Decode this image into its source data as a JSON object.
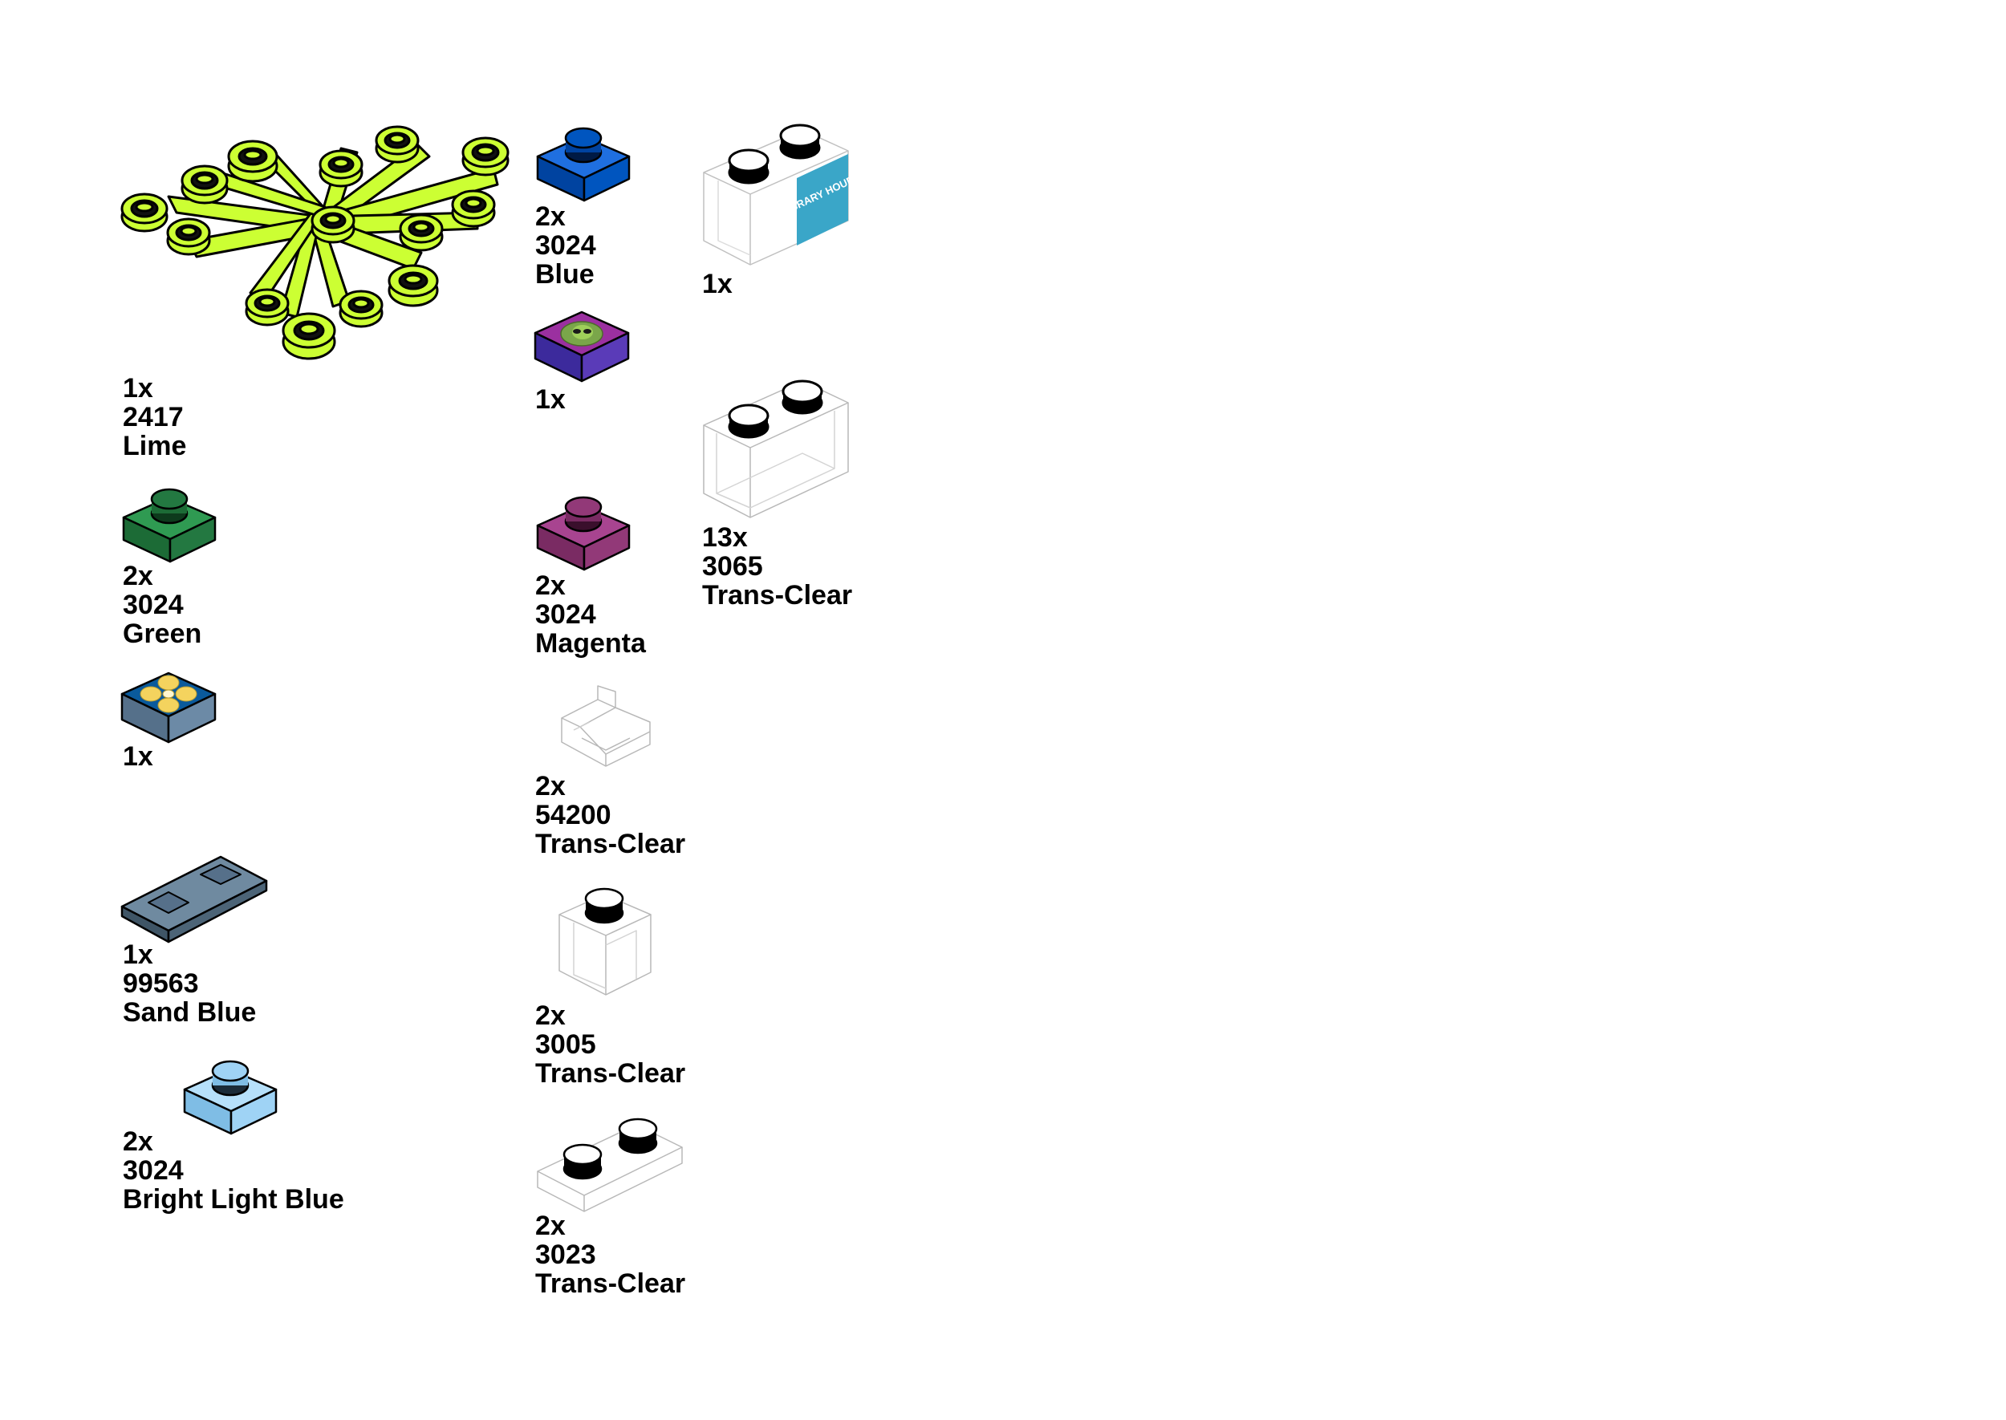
{
  "parts": [
    {
      "id": "lime-plant",
      "qty": "1x",
      "number": "2417",
      "color": "Lime",
      "hex": "#ccff33",
      "icon": "plant-leaves-icon"
    },
    {
      "id": "green-plate",
      "qty": "2x",
      "number": "3024",
      "color": "Green",
      "hex": "#237841",
      "icon": "plate-1x1-icon"
    },
    {
      "id": "flower-tile",
      "qty": "1x",
      "hex": "#0a5a9c",
      "icon": "flower-tile-icon"
    },
    {
      "id": "sandblue-tile",
      "qty": "1x",
      "number": "99563",
      "color": "Sand Blue",
      "hex": "#5a7184",
      "icon": "ingot-tile-icon"
    },
    {
      "id": "lightblue-plate",
      "qty": "2x",
      "number": "3024",
      "color": "Bright Light Blue",
      "hex": "#9fd3f5",
      "icon": "plate-1x1-icon"
    },
    {
      "id": "blue-plate",
      "qty": "2x",
      "number": "3024",
      "color": "Blue",
      "hex": "#0055bf",
      "icon": "plate-1x1-icon"
    },
    {
      "id": "alien-tile",
      "qty": "1x",
      "hex": "#8e2e94",
      "icon": "alien-head-tile-icon"
    },
    {
      "id": "magenta-plate",
      "qty": "2x",
      "number": "3024",
      "color": "Magenta",
      "hex": "#923978",
      "icon": "plate-1x1-icon"
    },
    {
      "id": "slope-clear",
      "qty": "2x",
      "number": "54200",
      "color": "Trans-Clear",
      "hex": "#ffffff",
      "icon": "slope-1x1-icon"
    },
    {
      "id": "brick-clear",
      "qty": "2x",
      "number": "3005",
      "color": "Trans-Clear",
      "hex": "#ffffff",
      "icon": "brick-1x1-icon"
    },
    {
      "id": "plate2-clear",
      "qty": "2x",
      "number": "3023",
      "color": "Trans-Clear",
      "hex": "#ffffff",
      "icon": "plate-1x2-icon"
    },
    {
      "id": "library-brick",
      "qty": "1x",
      "hex": "#3aa6c8",
      "print_text": "LIBRARY HOURS",
      "icon": "library-hours-brick-icon"
    },
    {
      "id": "window-brick",
      "qty": "13x",
      "number": "3065",
      "color": "Trans-Clear",
      "hex": "#ffffff",
      "icon": "brick-1x2-no-tube-icon"
    }
  ]
}
